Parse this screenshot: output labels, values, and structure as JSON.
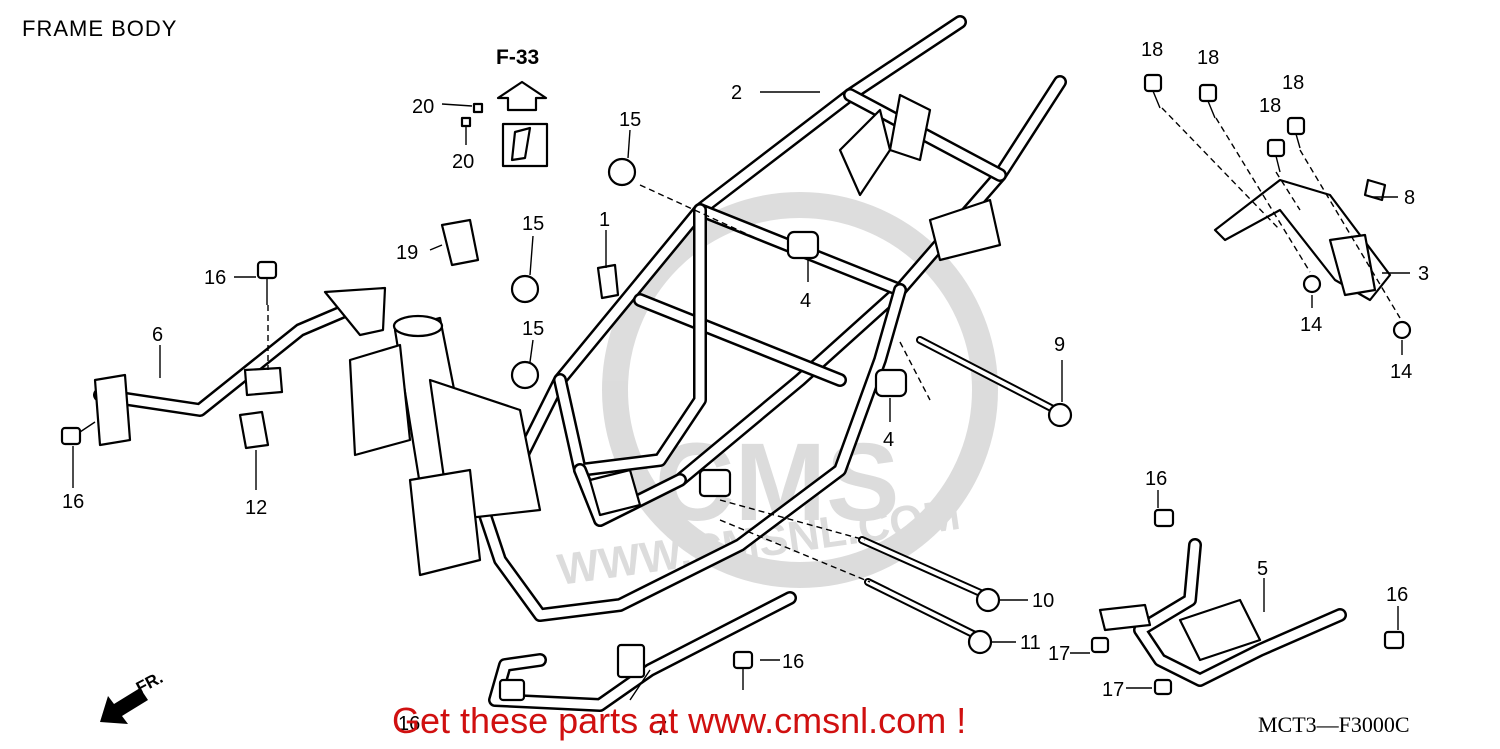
{
  "title": "FRAME BODY",
  "reference": {
    "label": "F-33"
  },
  "watermark": {
    "text": "WWW.CMSNL.COM",
    "logo_text": "CMS"
  },
  "direction_label": "FR.",
  "promo_text": "Get these parts at www.cmsnl.com !",
  "diagram_code": "MCT3—F3000C",
  "callouts": {
    "c1": "1",
    "c2": "2",
    "c3": "3",
    "c4a": "4",
    "c4b": "4",
    "c5": "5",
    "c6": "6",
    "c7": "7",
    "c8": "8",
    "c9": "9",
    "c10": "10",
    "c11": "11",
    "c12": "12",
    "c14a": "14",
    "c14b": "14",
    "c15a": "15",
    "c15b": "15",
    "c15c": "15",
    "c16a": "16",
    "c16b": "16",
    "c16c": "16",
    "c16d": "16",
    "c16e": "16",
    "c16f": "16",
    "c17a": "17",
    "c17b": "17",
    "c18a": "18",
    "c18b": "18",
    "c18c": "18",
    "c18d": "18",
    "c19": "19",
    "c20a": "20",
    "c20b": "20"
  },
  "colors": {
    "line": "#000000",
    "promo": "#d01010",
    "watermark": "#d9d9d9"
  }
}
